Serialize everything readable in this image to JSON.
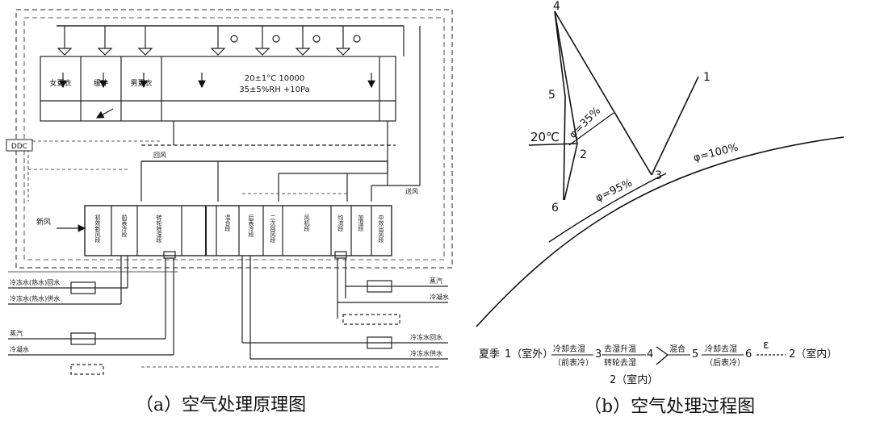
{
  "schematic": {
    "caption": "（a）空气处理原理图",
    "room_zones": [
      "女更衣",
      "缓冲",
      "男更衣"
    ],
    "room_spec_line1": "20±1°C 10000",
    "room_spec_line2": "35±5%RH +10Pa",
    "ddc_label": "DDC",
    "return_air_label": "回风",
    "exhaust_air_label": "送风",
    "fresh_air_label": "新风",
    "ahu_sections": [
      "初效新风段",
      "前表冷段",
      "转轮除湿段",
      "混合段",
      "后表冷段",
      "二次回风段",
      "风机段",
      "均流段",
      "加湿段",
      "中效出风段"
    ],
    "left_pipes": [
      "冷冻水(热水)回水",
      "冷冻水(热水)供水",
      "蒸汽",
      "冷凝水"
    ],
    "right_pipes": [
      "蒸汽",
      "冷凝水",
      "冷冻水回水",
      "冷冻水供水"
    ]
  },
  "process": {
    "caption": "（b）空气处理过程图",
    "points": [
      "1",
      "2",
      "3",
      "4",
      "5",
      "6"
    ],
    "temp_label": "20℃",
    "phi35": "φ=35%",
    "phi95": "φ=95%",
    "phi100": "φ=100%",
    "chain": {
      "season": "夏季",
      "p1": "1（室外）",
      "s1_top": "冷却去湿",
      "s1_bot": "（前表冷）",
      "p3": "3",
      "s2_top": "去湿升温",
      "s2_bot": "转轮去湿",
      "p4": "4",
      "p2_room": "2（室内）",
      "s3_top": "混合",
      "p5": "5",
      "s4_top": "冷却去湿",
      "s4_bot": "（后表冷）",
      "p6": "6",
      "eps": "ε",
      "p2_end": "2（室内）"
    }
  }
}
